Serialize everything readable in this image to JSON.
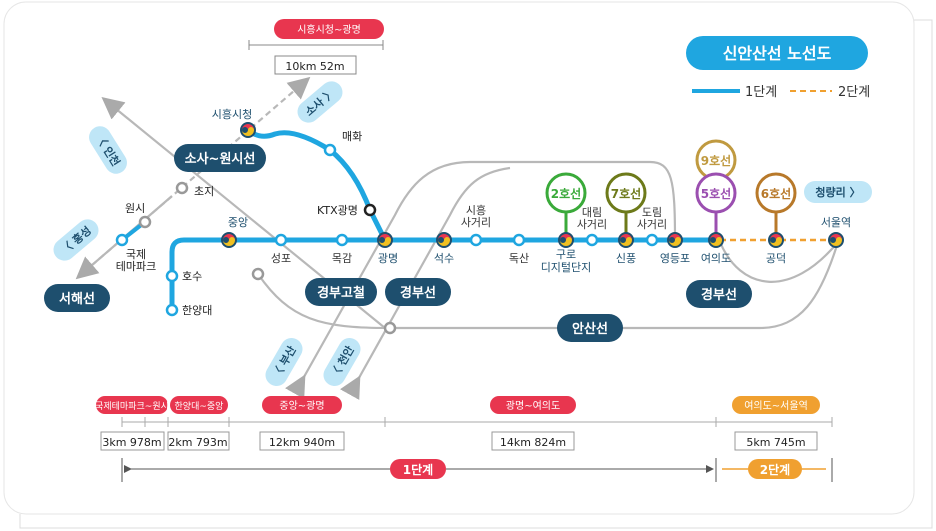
{
  "title": "신안산선 노선도",
  "legend": {
    "phase1": "1단계",
    "phase2": "2단계"
  },
  "top_segment": {
    "label": "시흥시청~광명",
    "distance": "10km 52m"
  },
  "direction_tags": {
    "incheon": "〈 인천",
    "sosa": "소사 〉",
    "hongseong": "〈 홍성",
    "cheongnyangni": "청량리 〉",
    "busan": "〈 부산",
    "cheonan": "〈 천안"
  },
  "line_badges": {
    "sosa_wonsi": "소사~원시선",
    "seohae": "서해선",
    "gyeongbu_hsr": "경부고철",
    "gyeongbu_1": "경부선",
    "gyeongbu_2": "경부선",
    "ansan": "안산선"
  },
  "lines_circles": {
    "l2": "2호선",
    "l7": "7호선",
    "l9": "9호선",
    "l5": "5호선",
    "l6": "6호선"
  },
  "stations": {
    "siheung_sicheong": "시흥시청",
    "maehwa": "매화",
    "ktx_gwangmyeong": "KTX광명",
    "jiji": "초지",
    "wonsi": "원시",
    "gukje": "국제 테마파크",
    "hosu": "호수",
    "hanyangdae": "한양대",
    "jungang": "중앙",
    "seongpo": "성포",
    "mokgam": "목감",
    "gwangmyeong": "광명",
    "seoksu": "석수",
    "siheung_sageori": "시흥 사거리",
    "doksan": "독산",
    "guro": "구로 디지털단지",
    "daerim": "대림 사거리",
    "sinpung": "신풍",
    "dorim": "도림 사거리",
    "yeongdeungpo": "영등포",
    "yeouido": "여의도",
    "gongdeok": "공덕",
    "seoul": "서울역"
  },
  "segments": [
    {
      "label": "국제테마파크~원시",
      "distance": "3km 978m"
    },
    {
      "label": "한양대~중앙",
      "distance": "2km 793m"
    },
    {
      "label": "중앙~광명",
      "distance": "12km 940m"
    },
    {
      "label": "광명~여의도",
      "distance": "14km 824m"
    },
    {
      "label": "여의도~서울역",
      "distance": "5km 745m"
    }
  ],
  "phases": {
    "phase1": "1단계",
    "phase2": "2단계"
  },
  "colors": {
    "blue": "#1fa6e0",
    "navy": "#1e4f6e",
    "red": "#e8364f",
    "orange": "#f0a030",
    "line2": "#3aaa3a",
    "line7": "#6d7a1a",
    "line9": "#c09a40",
    "line5": "#9b4fb0",
    "line6": "#b8792a",
    "gray": "#b8b8b8"
  }
}
